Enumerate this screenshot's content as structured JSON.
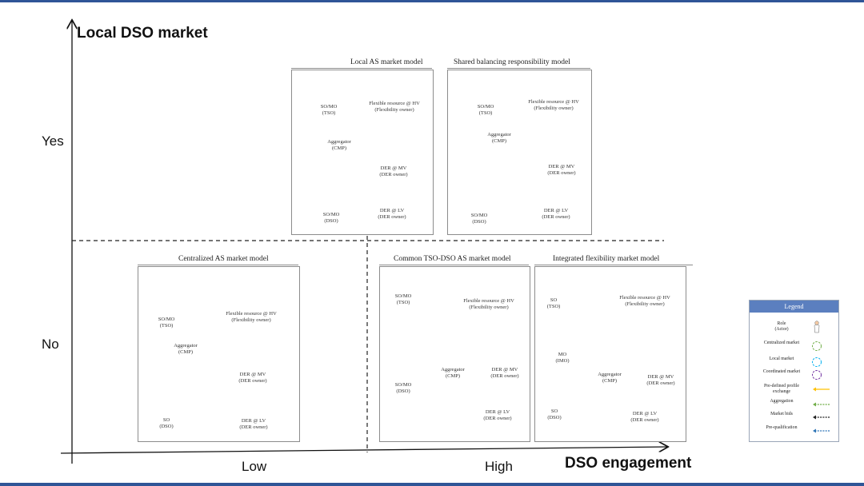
{
  "axes": {
    "y_title": "Local DSO market",
    "x_title": "DSO engagement",
    "y_yes": "Yes",
    "y_no": "No",
    "x_low": "Low",
    "x_high": "High"
  },
  "panels": {
    "local_as": {
      "title": "Local AS market model",
      "tso": [
        "SO/MO",
        "(TSO)"
      ],
      "hv": [
        "Flexible resource @ HV",
        "(Flexibility owner)"
      ],
      "agg": [
        "Aggregator",
        "(CMP)"
      ],
      "mv": [
        "DER @ MV",
        "(DER owner)"
      ],
      "lv": [
        "DER @ LV",
        "(DER owner)"
      ],
      "dso": [
        "SO/MO",
        "(DSO)"
      ]
    },
    "shared": {
      "title": "Shared balancing responsibility model",
      "tso": [
        "SO/MO",
        "(TSO)"
      ],
      "hv": [
        "Flexible resource @ HV",
        "(Flexibility owner)"
      ],
      "agg": [
        "Aggregator",
        "(CMP)"
      ],
      "mv": [
        "DER @ MV",
        "(DER owner)"
      ],
      "lv": [
        "DER @ LV",
        "(DER owner)"
      ],
      "dso": [
        "SO/MO",
        "(DSO)"
      ]
    },
    "centralized": {
      "title": "Centralized AS market model",
      "tso": [
        "SO/MO",
        "(TSO)"
      ],
      "hv": [
        "Flexible resource @ HV",
        "(Flexibility owner)"
      ],
      "agg": [
        "Aggregator",
        "(CMP)"
      ],
      "mv": [
        "DER @ MV",
        "(DER owner)"
      ],
      "lv": [
        "DER @ LV",
        "(DER owner)"
      ],
      "dso": [
        "SO",
        "(DSO)"
      ]
    },
    "common": {
      "title": "Common TSO-DSO AS market model",
      "tso": [
        "SO/MO",
        "(TSO)"
      ],
      "hv": [
        "Flexible resource @ HV",
        "(Flexibility owner)"
      ],
      "agg": [
        "Aggregator",
        "(CMP)"
      ],
      "mv": [
        "DER @ MV",
        "(DER owner)"
      ],
      "lv": [
        "DER @ LV",
        "(DER owner)"
      ],
      "dso": [
        "SO/MO",
        "(DSO)"
      ]
    },
    "integrated": {
      "title": "Integrated flexibility market model",
      "tso": [
        "SO",
        "(TSO)"
      ],
      "hv": [
        "Flexible resource @ HV",
        "(Flexibility owner)"
      ],
      "imo": [
        "MO",
        "(IMO)"
      ],
      "agg": [
        "Aggregator",
        "(CMP)"
      ],
      "mv": [
        "DER @ MV",
        "(DER owner)"
      ],
      "lv": [
        "DER @ LV",
        "(DER owner)"
      ],
      "dso": [
        "SO",
        "(DSO)"
      ]
    }
  },
  "legend": {
    "title": "Legend",
    "items": [
      {
        "label": "Role\n(Actor)",
        "symbol": "person"
      },
      {
        "label": "Centralized market",
        "symbol": "circle",
        "color": "#70ad47"
      },
      {
        "label": "Local market",
        "symbol": "circle",
        "color": "#00b0f0"
      },
      {
        "label": "Coordinated market",
        "symbol": "circle",
        "color": "#7030a0"
      },
      {
        "label": "Pre-defined profile\nexchange",
        "symbol": "arrow",
        "color": "#ffc000"
      },
      {
        "label": "Aggregation",
        "symbol": "arrow",
        "color": "#70ad47"
      },
      {
        "label": "Market bids",
        "symbol": "arrow",
        "color": "#222222"
      },
      {
        "label": "Pre-qualification",
        "symbol": "arrow",
        "color": "#2e75b6"
      }
    ]
  }
}
